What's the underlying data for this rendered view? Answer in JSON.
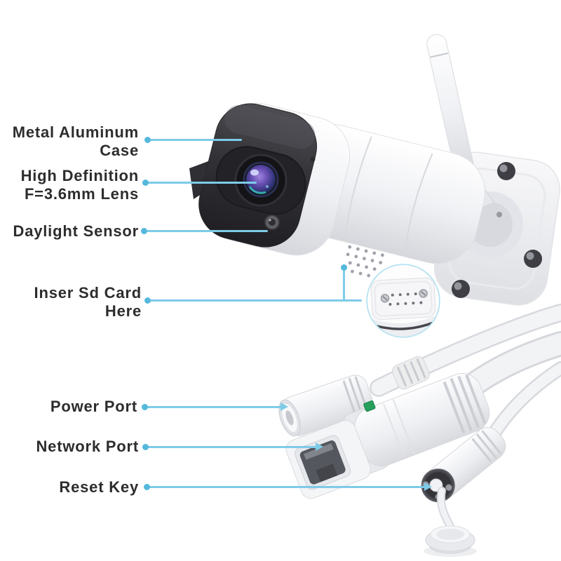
{
  "figure": {
    "alt": "White wireless bullet security camera with antenna, wall mount plate, magnified SD-card slot view and three pigtail cable connectors"
  },
  "colors": {
    "leader": "#7ecbe8",
    "leader_dot": "#55b8dc",
    "label_text": "#2d2d2f",
    "magnifier_ring": "#b5e2f1",
    "led_green": "#27a05b"
  },
  "callouts": [
    {
      "id": "case",
      "lines": [
        "Metal Aluminum",
        "Case"
      ]
    },
    {
      "id": "lens",
      "lines": [
        "High Definition",
        "F=3.6mm Lens"
      ]
    },
    {
      "id": "daylight-sensor",
      "lines": [
        "Daylight Sensor"
      ]
    },
    {
      "id": "sd-card",
      "lines": [
        "Inser Sd Card",
        "Here"
      ]
    },
    {
      "id": "power-port",
      "lines": [
        "Power Port"
      ]
    },
    {
      "id": "network-port",
      "lines": [
        "Network Port"
      ]
    },
    {
      "id": "reset-key",
      "lines": [
        "Reset Key"
      ]
    }
  ]
}
